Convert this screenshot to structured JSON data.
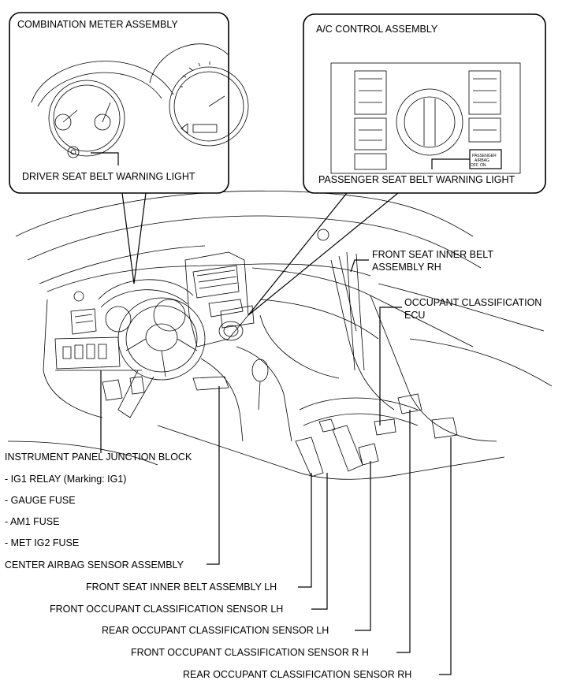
{
  "callouts": {
    "combination_meter": {
      "title": "COMBINATION METER ASSEMBLY",
      "caption": "DRIVER SEAT BELT WARNING LIGHT"
    },
    "ac_control": {
      "title": "A/C CONTROL ASSEMBLY",
      "caption": "PASSENGER SEAT BELT WARNING LIGHT",
      "indicator_lines": [
        "PASSENGER",
        "AIRBAG"
      ],
      "indicator_off": "OFF",
      "indicator_on": "ON"
    }
  },
  "labels": {
    "front_seat_inner_belt_rh": [
      "FRONT SEAT INNER BELT",
      "ASSEMBLY RH"
    ],
    "occupant_classification_ecu": [
      "OCCUPANT CLASSIFICATION",
      "ECU"
    ],
    "instrument_panel_jb": "INSTRUMENT PANEL JUNCTION BLOCK",
    "jb_items": [
      "- IG1 RELAY (Marking: IG1)",
      "- GAUGE FUSE",
      "- AM1 FUSE",
      "- MET IG2 FUSE"
    ],
    "center_airbag_sensor": "CENTER AIRBAG SENSOR ASSEMBLY",
    "front_seat_inner_belt_lh": "FRONT SEAT INNER BELT ASSEMBLY LH",
    "front_ocs_lh": "FRONT OCCUPANT CLASSIFICATION SENSOR LH",
    "rear_ocs_lh": "REAR OCCUPANT CLASSIFICATION SENSOR LH",
    "front_ocs_rh": "FRONT OCCUPANT CLASSIFICATION SENSOR R H",
    "rear_ocs_rh": "REAR OCCUPANT CLASSIFICATION SENSOR RH"
  }
}
